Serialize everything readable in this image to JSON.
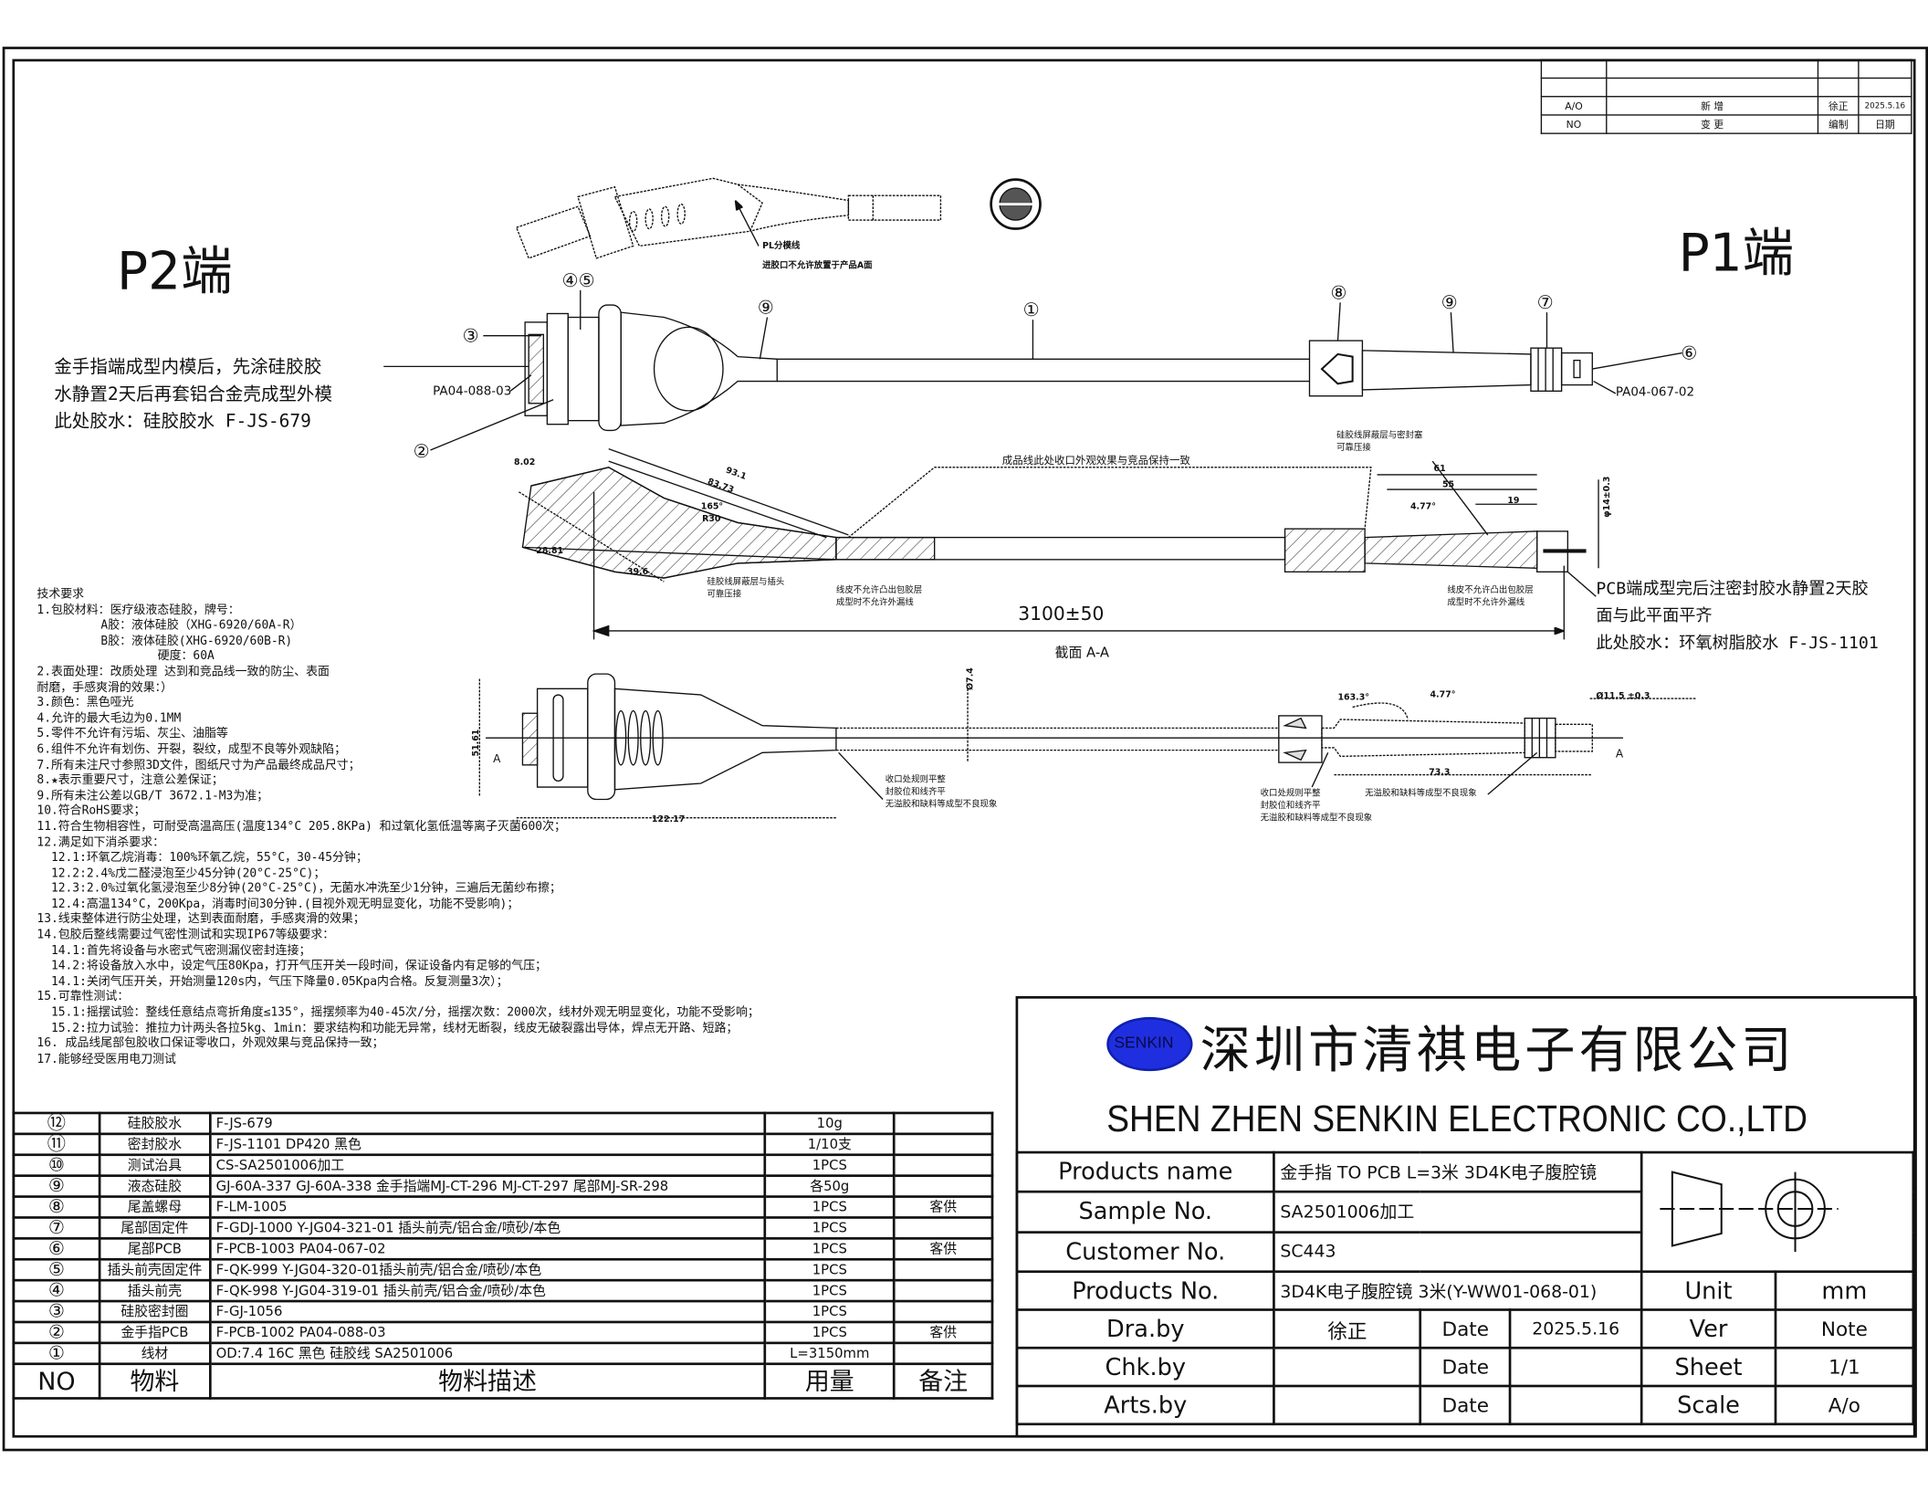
{
  "labels": {
    "p2": "P2端",
    "p1": "P1端",
    "pl_line": "PL分模线",
    "gate_note": "进胶口不允许放置于产品A面",
    "pcb_p2": "PA04-088-03",
    "pcb_p1": "PA04-067-02",
    "left_note": [
      "金手指端成型内模后，先涂硅胶胶",
      "水静置2天后再套铝合金壳成型外模",
      "此处胶水：硅胶胶水 F-JS-679"
    ],
    "right_note": [
      "PCB端成型完后注密封胶水静置2天胶",
      "面与此平面平齐",
      "此处胶水：环氧树脂胶水 F-JS-1101"
    ],
    "callouts": {
      "c3": "③",
      "c45": "④⑤",
      "c2": "②",
      "c9a": "⑨",
      "c1": "①",
      "c8": "⑧",
      "c9b": "⑨",
      "c7": "⑦",
      "c6": "⑥"
    }
  },
  "section": {
    "title": "截面 A-A",
    "length": "3100±50",
    "d802": "8.02",
    "d931": "93.1",
    "d8373": "83.73",
    "a165": "165°",
    "r30": "R30",
    "d2881": "28.81",
    "d396": "39.6",
    "note_crimp_plug": [
      "硅胶线屏蔽层与插头",
      "可靠压接"
    ],
    "note_jacket": [
      "线皮不允许凸出包胶层",
      "成型时不允许外漏线"
    ],
    "note_finish": "成品线此处收口外观效果与竞品保持一致",
    "note_crimp_seal": [
      "硅胶线屏蔽层与密封塞",
      "可靠压接"
    ],
    "d61": "61",
    "d55": "55",
    "d19": "19",
    "a477": "4.77°",
    "phi14": "φ14±0.3",
    "note_jacket2": [
      "线皮不允许凸出包胶层",
      "成型时不允许外漏线"
    ]
  },
  "bottom_view": {
    "d5161": "51.61",
    "a_left": "A",
    "a_right": "A",
    "phi74": "Ø7.4",
    "d12217": "122.17",
    "a1633": "163.3°",
    "a477": "4.77°",
    "d733": "73.3",
    "phi115": "Ø11.5 ±0.3",
    "note_left": [
      "收口处规则平整",
      "封胶位和线齐平",
      "无溢胶和缺料等成型不良现象"
    ],
    "note_mid": [
      "收口处规则平整",
      "封胶位和线齐平",
      "无溢胶和缺料等成型不良现象"
    ],
    "note_right": "无溢胶和缺料等成型不良现象"
  },
  "tech_requirements": [
    "技术要求",
    "1.包胶材料：医疗级液态硅胶，牌号：",
    "         A胶：液体硅胶（XHG-6920/60A-R）",
    "         B胶：液体硅胶(XHG-6920/60B-R)",
    "                 硬度：60A",
    "2.表面处理：改质处理 达到和竞品线一致的防尘、表面",
    "耐磨，手感爽滑的效果：）",
    "3.颜色：黑色哑光",
    "4.允许的最大毛边为0.1MM",
    "5.零件不允许有污垢、灰尘、油脂等",
    "6.组件不允许有划伤、开裂，裂纹，成型不良等外观缺陷；",
    "7.所有未注尺寸参照3D文件，图纸尺寸为产品最终成品尺寸；",
    "8.★表示重要尺寸，注意公差保证；",
    "9.所有未注公差以GB/T 3672.1-M3为准；",
    "10.符合RoHS要求；",
    "11.符合生物相容性，可耐受高温高压(温度134°C 205.8KPa) 和过氧化氢低温等离子灭菌600次；",
    "12.满足如下消杀要求：",
    "  12.1:环氧乙烷消毒：100%环氧乙烷，55°C，30-45分钟；",
    "  12.2:2.4%戊二醛浸泡至少45分钟(20°C-25°C)；",
    "  12.3:2.0%过氧化氢浸泡至少8分钟(20°C-25°C)，无菌水冲洗至少1分钟，三遍后无菌纱布擦；",
    "  12.4:高温134°C，200Kpa，消毒时间30分钟.(目视外观无明显变化，功能不受影响)；",
    "13.线束整体进行防尘处理，达到表面耐磨，手感爽滑的效果；",
    "14.包胶后整线需要过气密性测试和实现IP67等级要求：",
    "  14.1:首先将设备与水密式气密测漏仪密封连接；",
    "  14.2:将设备放入水中，设定气压80Kpa，打开气压开关一段时间，保证设备内有足够的气压；",
    "  14.1:关闭气压开关，开始测量120s内，气压下降量0.05Kpa内合格。反复测量3次）；",
    "15.可靠性测试：",
    "  15.1:摇摆试验：整线任意结点弯折角度≤135°，摇摆频率为40-45次/分，摇摆次数：2000次，线材外观无明显变化，功能不受影响；",
    "  15.2:拉力试验：推拉力计两头各拉5kg、1min：要求结构和功能无异常，线材无断裂，线皮无破裂露出导体，焊点无开路、短路；",
    "16. 成品线尾部包胶收口保证零收口，外观效果与竞品保持一致；",
    "17.能够经受医用电刀测试"
  ],
  "revision": {
    "rows": [
      [
        "",
        "",
        "",
        ""
      ],
      [
        "",
        "",
        "",
        ""
      ],
      [
        "A/O",
        "新  增",
        "徐正",
        "2025.5.16"
      ],
      [
        "NO",
        "变  更",
        "编制",
        "日期"
      ]
    ]
  },
  "bom": {
    "rows": [
      [
        "⑫",
        "硅胶胶水",
        "F-JS-679",
        "10g",
        ""
      ],
      [
        "⑪",
        "密封胶水",
        "F-JS-1101 DP420 黑色",
        "1/10支",
        ""
      ],
      [
        "⑩",
        "测试治具",
        "CS-SA2501006加工",
        "1PCS",
        ""
      ],
      [
        "⑨",
        "液态硅胶",
        "GJ-60A-337 GJ-60A-338 金手指端MJ-CT-296 MJ-CT-297 尾部MJ-SR-298",
        "各50g",
        ""
      ],
      [
        "⑧",
        "尾盖螺母",
        "F-LM-1005",
        "1PCS",
        "客供"
      ],
      [
        "⑦",
        "尾部固定件",
        "F-GDJ-1000 Y-JG04-321-01 插头前壳/铝合金/喷砂/本色",
        "1PCS",
        ""
      ],
      [
        "⑥",
        "尾部PCB",
        "F-PCB-1003 PA04-067-02",
        "1PCS",
        "客供"
      ],
      [
        "⑤",
        "插头前壳固定件",
        "F-QK-999 Y-JG04-320-01插头前壳/铝合金/喷砂/本色",
        "1PCS",
        ""
      ],
      [
        "④",
        "插头前壳",
        "F-QK-998 Y-JG04-319-01 插头前壳/铝合金/喷砂/本色",
        "1PCS",
        ""
      ],
      [
        "③",
        "硅胶密封圈",
        "F-GJ-1056",
        "1PCS",
        ""
      ],
      [
        "②",
        "金手指PCB",
        "F-PCB-1002 PA04-088-03",
        "1PCS",
        "客供"
      ],
      [
        "①",
        "线材",
        "OD:7.4 16C 黑色 硅胶线 SA2501006",
        "L=3150mm",
        ""
      ]
    ],
    "header": [
      "NO",
      "物料",
      "物料描述",
      "用量",
      "备注"
    ]
  },
  "title_block": {
    "logo_text": "SENKIN",
    "company_cn": "深圳市清祺电子有限公司",
    "company_en": "SHEN ZHEN SENKIN ELECTRONIC CO.,LTD",
    "products_name_label": "Products name",
    "products_name": "金手指 TO PCB L=3米 3D4K电子腹腔镜",
    "sample_no_label": "Sample No.",
    "sample_no": "SA2501006加工",
    "customer_no_label": "Customer No.",
    "customer_no": "SC443",
    "products_no_label": "Products No.",
    "products_no": "3D4K电子腹腔镜 3米(Y-WW01-068-01)",
    "unit_label": "Unit",
    "unit": "mm",
    "dra_label": "Dra.by",
    "dra": "徐正",
    "date_label": "Date",
    "dra_date": "2025.5.16",
    "ver_label": "Ver",
    "ver": "Note",
    "chk_label": "Chk.by",
    "sheet_label": "Sheet",
    "sheet": "1/1",
    "arts_label": "Arts.by",
    "scale_label": "Scale",
    "scale": "A/o"
  },
  "colors": {
    "logo_blue": "#1f2fe0",
    "line": "#111111"
  }
}
